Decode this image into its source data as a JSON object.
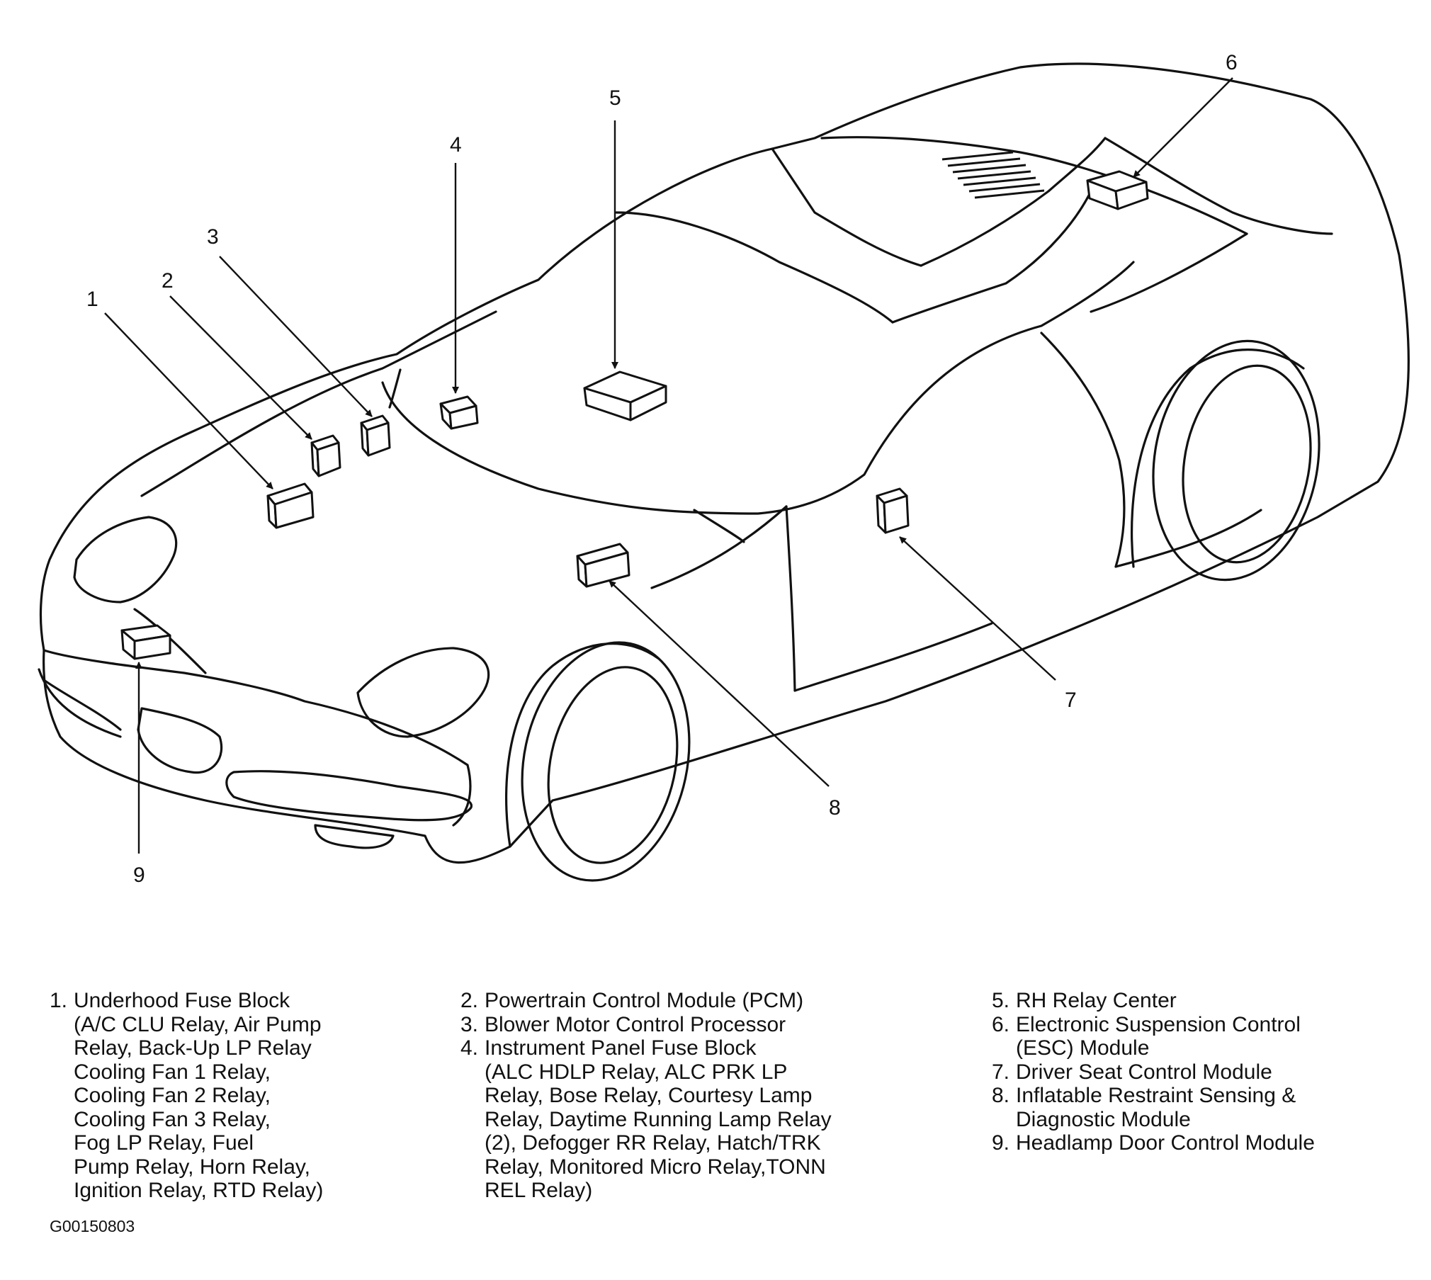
{
  "callouts": [
    "1",
    "2",
    "3",
    "4",
    "5",
    "6",
    "7",
    "8",
    "9"
  ],
  "legend": {
    "columns": [
      [
        {
          "num": "1.",
          "text": "Underhood Fuse Block\n(A/C CLU Relay, Air Pump\nRelay, Back-Up LP Relay\nCooling Fan 1 Relay,\nCooling Fan 2 Relay,\nCooling Fan 3 Relay,\nFog LP Relay, Fuel\nPump Relay, Horn Relay,\nIgnition Relay, RTD Relay)"
        }
      ],
      [
        {
          "num": "2.",
          "text": "Powertrain Control Module (PCM)"
        },
        {
          "num": "3.",
          "text": "Blower Motor Control Processor"
        },
        {
          "num": "4.",
          "text": "Instrument Panel Fuse Block\n(ALC HDLP Relay, ALC PRK LP\nRelay, Bose Relay, Courtesy Lamp\nRelay, Daytime Running Lamp Relay\n(2), Defogger RR Relay, Hatch/TRK\nRelay, Monitored Micro Relay,TONN\nREL Relay)"
        }
      ],
      [
        {
          "num": "5.",
          "text": "RH Relay Center"
        },
        {
          "num": "6.",
          "text": "Electronic Suspension Control\n(ESC) Module"
        },
        {
          "num": "7.",
          "text": "Driver Seat Control Module"
        },
        {
          "num": "8.",
          "text": "Inflatable Restraint Sensing &\nDiagnostic Module"
        },
        {
          "num": "9.",
          "text": "Headlamp Door Control Module"
        }
      ]
    ]
  },
  "figure_id": "G00150803"
}
